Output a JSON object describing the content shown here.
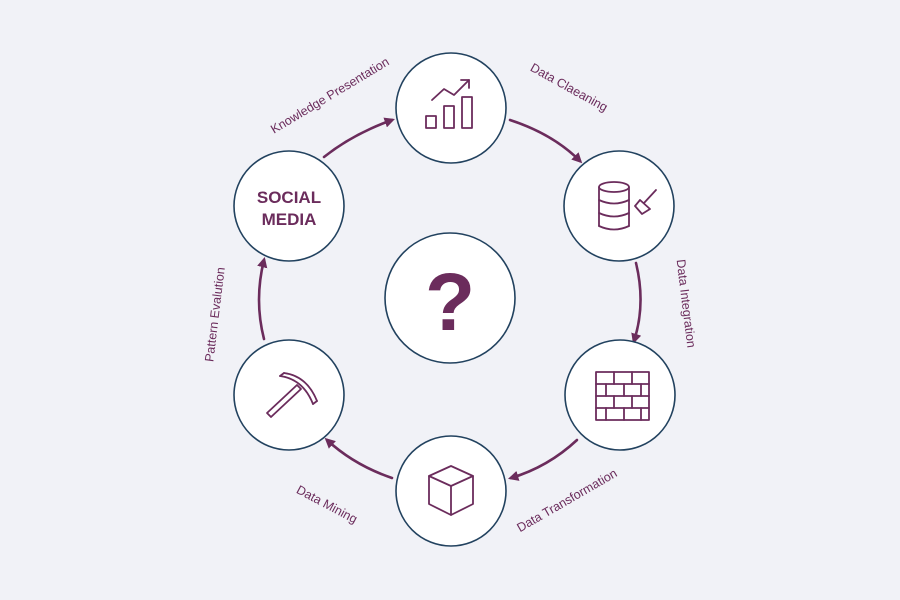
{
  "diagram": {
    "hub_label_line1": "SOCIAL",
    "hub_label_line2": "MEDIA",
    "center_symbol": "?",
    "colors": {
      "accent": "#6b2c5c",
      "node_outline": "#22425f",
      "background": "#f1f2f7",
      "node_fill": "#ffffff"
    },
    "steps": [
      {
        "label": "Data Claeaning",
        "icon": "database-broom-icon"
      },
      {
        "label": "Data Integration",
        "icon": "brick-wall-icon"
      },
      {
        "label": "Data Transformation",
        "icon": "cube-icon"
      },
      {
        "label": "Data Mining",
        "icon": "pickaxe-icon"
      },
      {
        "label": "Pattern Evalution",
        "icon": ""
      },
      {
        "label": "Knowledge Presentation",
        "icon": ""
      }
    ],
    "top_node_icon": "bar-chart-trend-icon"
  }
}
